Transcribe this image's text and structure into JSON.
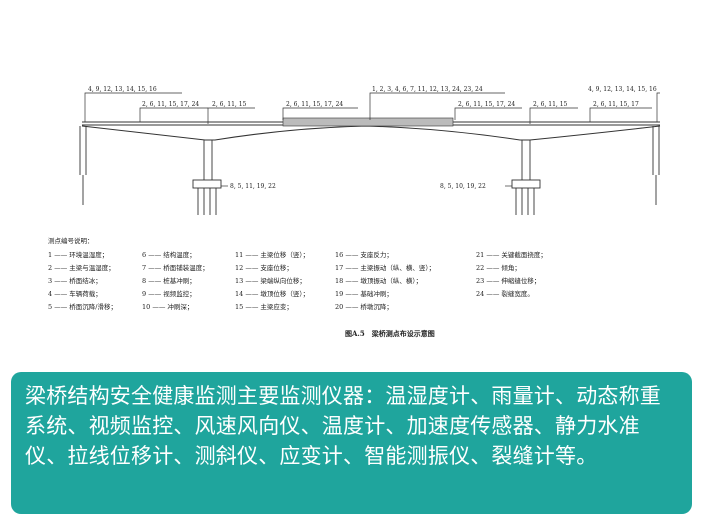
{
  "diagram": {
    "title_caption": "图A.5　梁桥测点布设示意图",
    "sensor_groups": {
      "left_pier_top": "4, 9, 12, 13, 14, 15, 16",
      "left_span": "2, 6, 11, 15, 17, 24",
      "left_pier_tower": "2, 6, 11, 15",
      "mid_left": "2, 6, 11, 15, 17, 24",
      "center": "1, 2, 3, 4, 6, 7, 11, 12, 13, 24, 23, 24",
      "mid_right": "2, 6, 11, 15, 17, 24",
      "right_pier": "2, 6, 11, 15",
      "right_end_top": "4, 9, 12, 13, 14, 15, 16",
      "right_end": "2, 6, 11, 15, 17",
      "left_foundation": "8, 5, 11, 19, 22",
      "right_foundation": "8, 5, 10, 19, 22"
    },
    "legend_title": "测点编号说明：",
    "legend": [
      "1 —— 环境温湿度；",
      "2 —— 主梁与温湿度；",
      "3 —— 桥面结冰；",
      "4 —— 车辆荷载；",
      "5 —— 桥面沉降/滑移；",
      "6 —— 结构温度；",
      "7 —— 桥面铺装温度；",
      "8 —— 桩基冲刷；",
      "9 —— 视频监控；",
      "10 —— 冲刷深；",
      "11 —— 主梁位移（竖）；",
      "12 —— 支座位移；",
      "13 —— 梁端纵向位移；",
      "14 —— 墩顶位移（竖）；",
      "15 —— 主梁应变；",
      "16 —— 支座反力；",
      "17 —— 主梁振动（纵、横、竖）；",
      "18 —— 墩顶振动（纵、横）；",
      "19 —— 基础冲刷；",
      "20 —— 桥墩沉降；",
      "21 —— 关键截面挠度；",
      "22 —— 倾角；",
      "23 —— 伸缩缝位移；",
      "24 —— 裂缝宽度。"
    ]
  },
  "caption": {
    "text": "梁桥结构安全健康监测主要监测仪器：温湿度计、雨量计、动态称重系统、视频监控、风速风向仪、温度计、加速度传感器、静力水准仪、拉线位移计、测斜仪、应变计、智能测振仪、裂缝计等。"
  },
  "colors": {
    "caption_bg": "#1fa59d",
    "caption_text": "#ffffff",
    "line": "#333333"
  }
}
